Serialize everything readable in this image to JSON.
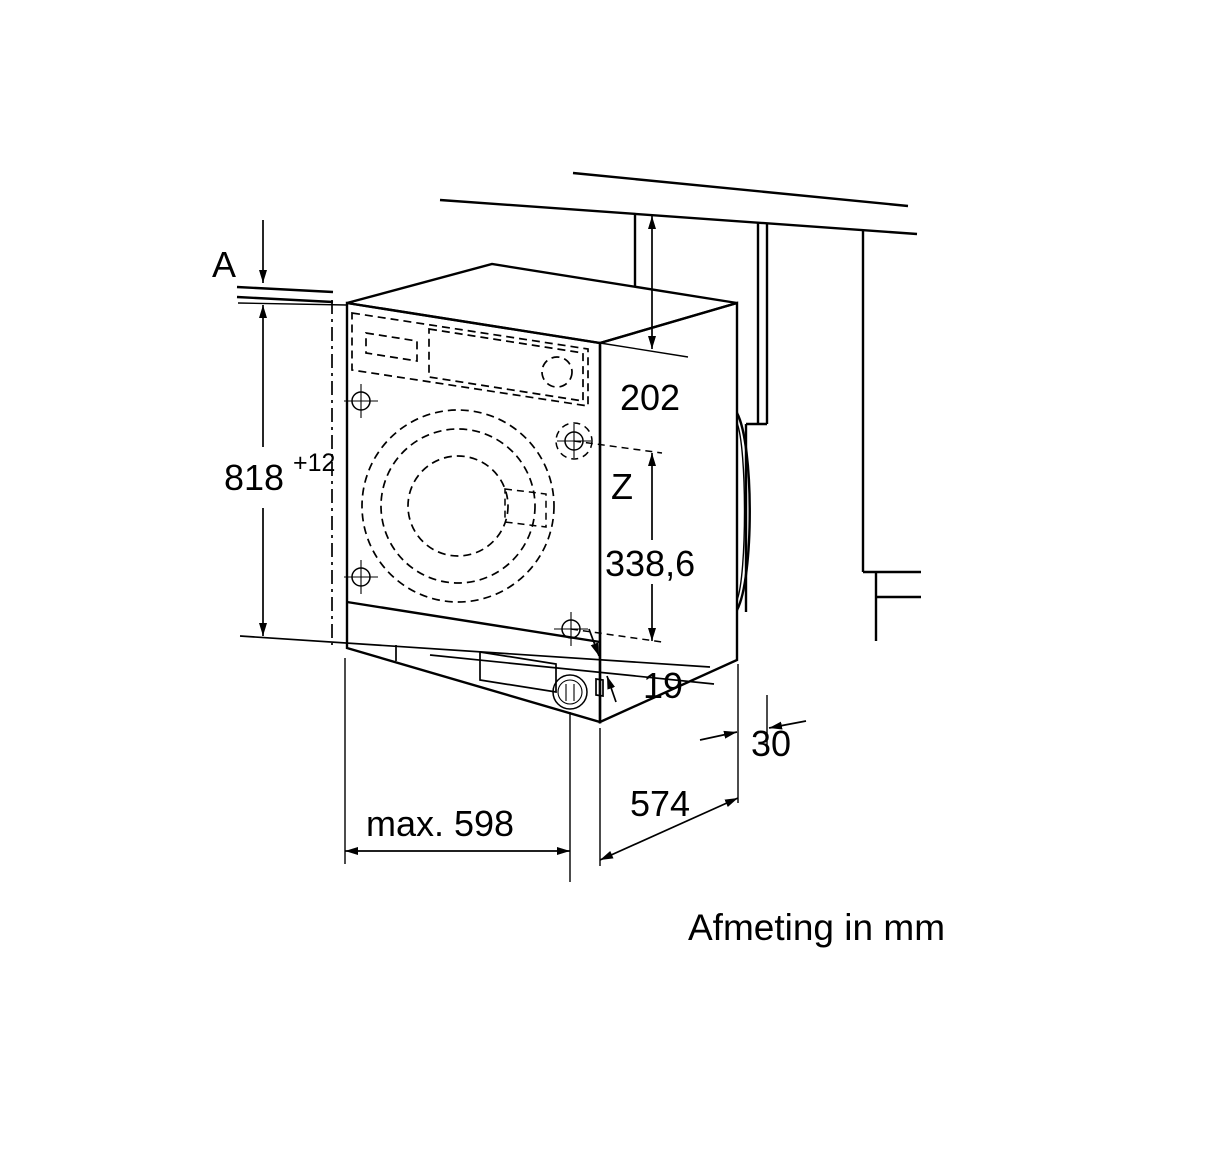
{
  "diagram": {
    "caption": "Afmeting in mm",
    "dimensions": {
      "gap_ref": "A",
      "niche_height": "818",
      "niche_height_tolerance": "+12",
      "top_distance": "202",
      "hinge_ref": "Z",
      "hinge_spacing": "338,6",
      "plinth_recess": "19",
      "rear_gap": "30",
      "width_max": "max. 598",
      "depth": "574"
    },
    "colors": {
      "line": "#000000",
      "background": "#ffffff"
    }
  }
}
